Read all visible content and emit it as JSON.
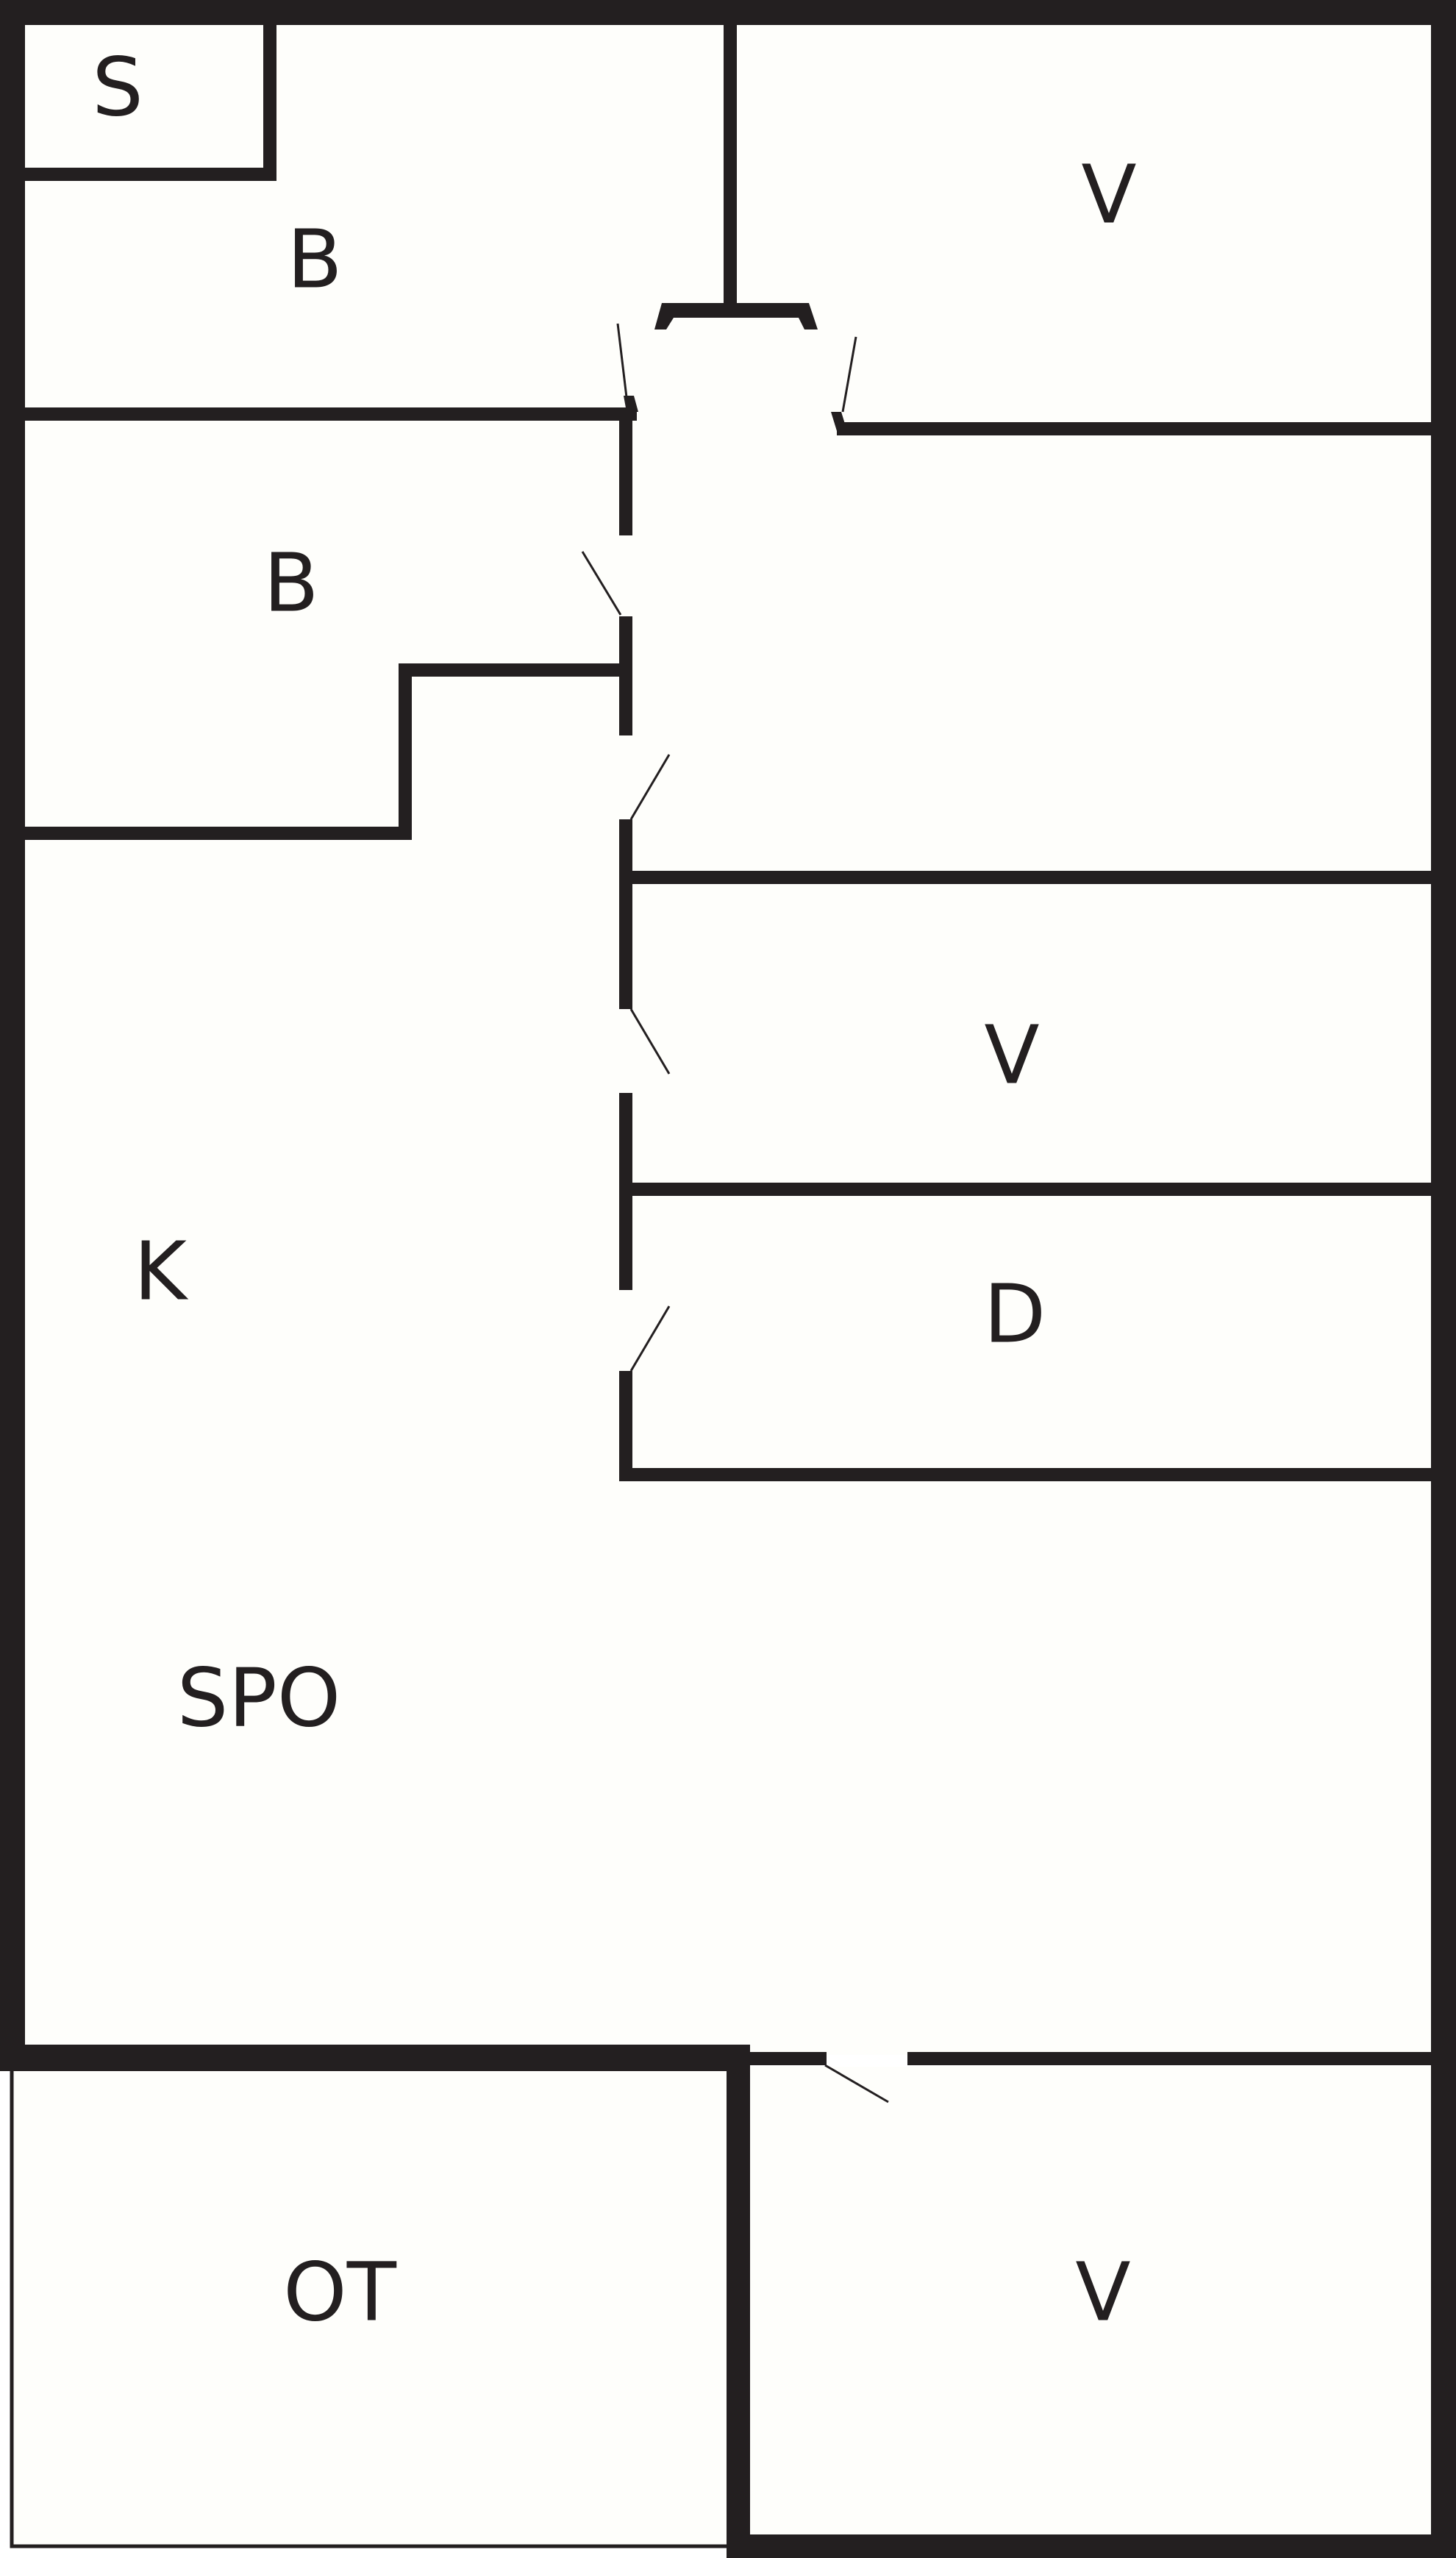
{
  "floor_plan": {
    "colors": {
      "wall": "#231f20",
      "floor": "#fefefb",
      "background": "#ffffff"
    },
    "rooms": [
      {
        "id": "sauna",
        "label": "S"
      },
      {
        "id": "bathroom-upper",
        "label": "B"
      },
      {
        "id": "storage-top-right",
        "label": "V"
      },
      {
        "id": "bathroom-lower",
        "label": "B"
      },
      {
        "id": "storage-middle-right",
        "label": "V"
      },
      {
        "id": "kitchen",
        "label": "K"
      },
      {
        "id": "closet",
        "label": "D"
      },
      {
        "id": "living-room",
        "label": "SPO"
      },
      {
        "id": "outdoor-terrace",
        "label": "OT"
      },
      {
        "id": "storage-bottom-right",
        "label": "V"
      }
    ]
  }
}
